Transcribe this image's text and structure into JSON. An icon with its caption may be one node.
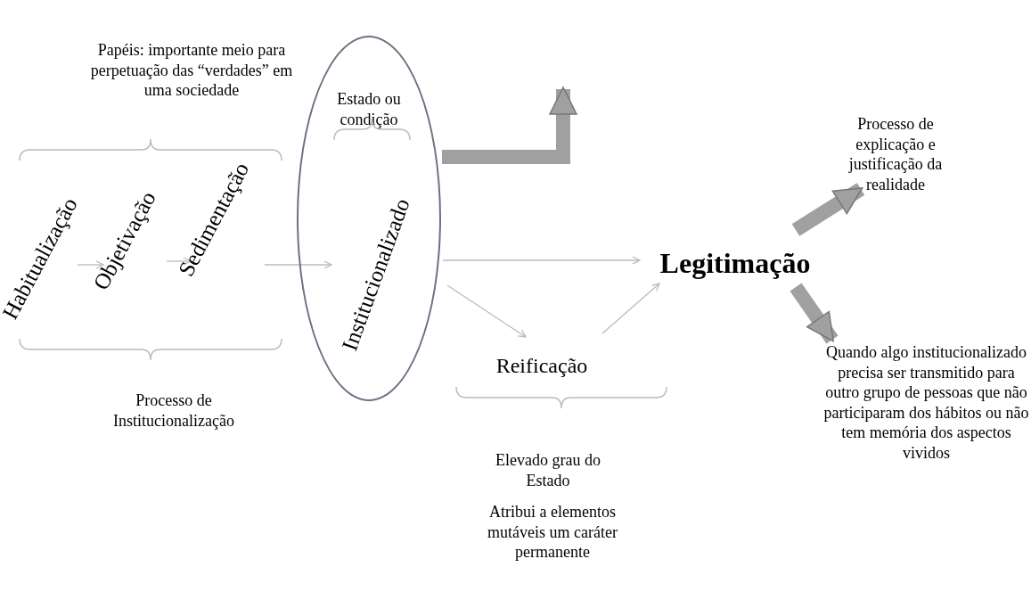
{
  "diagram": {
    "nodes": [
      {
        "text": [
          "Habitualização"
        ]
      },
      {
        "text": [
          "Objetivação"
        ]
      },
      {
        "text": [
          "Sedimentação"
        ]
      },
      {
        "text": [
          "Estado ou condição"
        ]
      },
      {
        "text": [
          "Institucionalizado"
        ],
        "in": 3
      },
      {
        "text": [
          "Reificação"
        ]
      },
      {
        "text": [
          "Legitimação"
        ]
      },
      {
        "text": [
          "Processo de explicação e justificação da realidade"
        ]
      },
      {
        "text": [
          "Quando algo institucionalizado precisa ser transmitido para outro grupo de pessoas que não participaram dos hábitos ou não tem memória dos aspectos vividos"
        ]
      }
    ],
    "edges": [
      {
        "from": 0,
        "to": 1,
        "arrow": "to"
      },
      {
        "from": 1,
        "to": 2,
        "arrow": "to"
      },
      {
        "from": 2,
        "to": 4,
        "arrow": "to"
      },
      {
        "from": 4,
        "to": 6,
        "arrow": "to"
      },
      {
        "from": 4,
        "to": 5,
        "arrow": "to"
      },
      {
        "from": 5,
        "to": 6,
        "arrow": "to"
      },
      {
        "from": 3,
        "to": null,
        "arrow": "to",
        "style": "thick",
        "color": "#a0a0a0"
      },
      {
        "from": 6,
        "to": 7,
        "arrow": "to",
        "style": "thick",
        "color": "#a0a0a0"
      },
      {
        "from": 6,
        "to": 8,
        "arrow": "to",
        "style": "thick",
        "color": "#a0a0a0"
      }
    ],
    "labels": [
      "Papéis: importante meio para perpetuação das “verdades” em uma sociedade",
      "Processo de Institucionalização",
      "Elevado grau do Estado",
      "Atribui a elementos mutáveis um caráter permanente"
    ]
  }
}
